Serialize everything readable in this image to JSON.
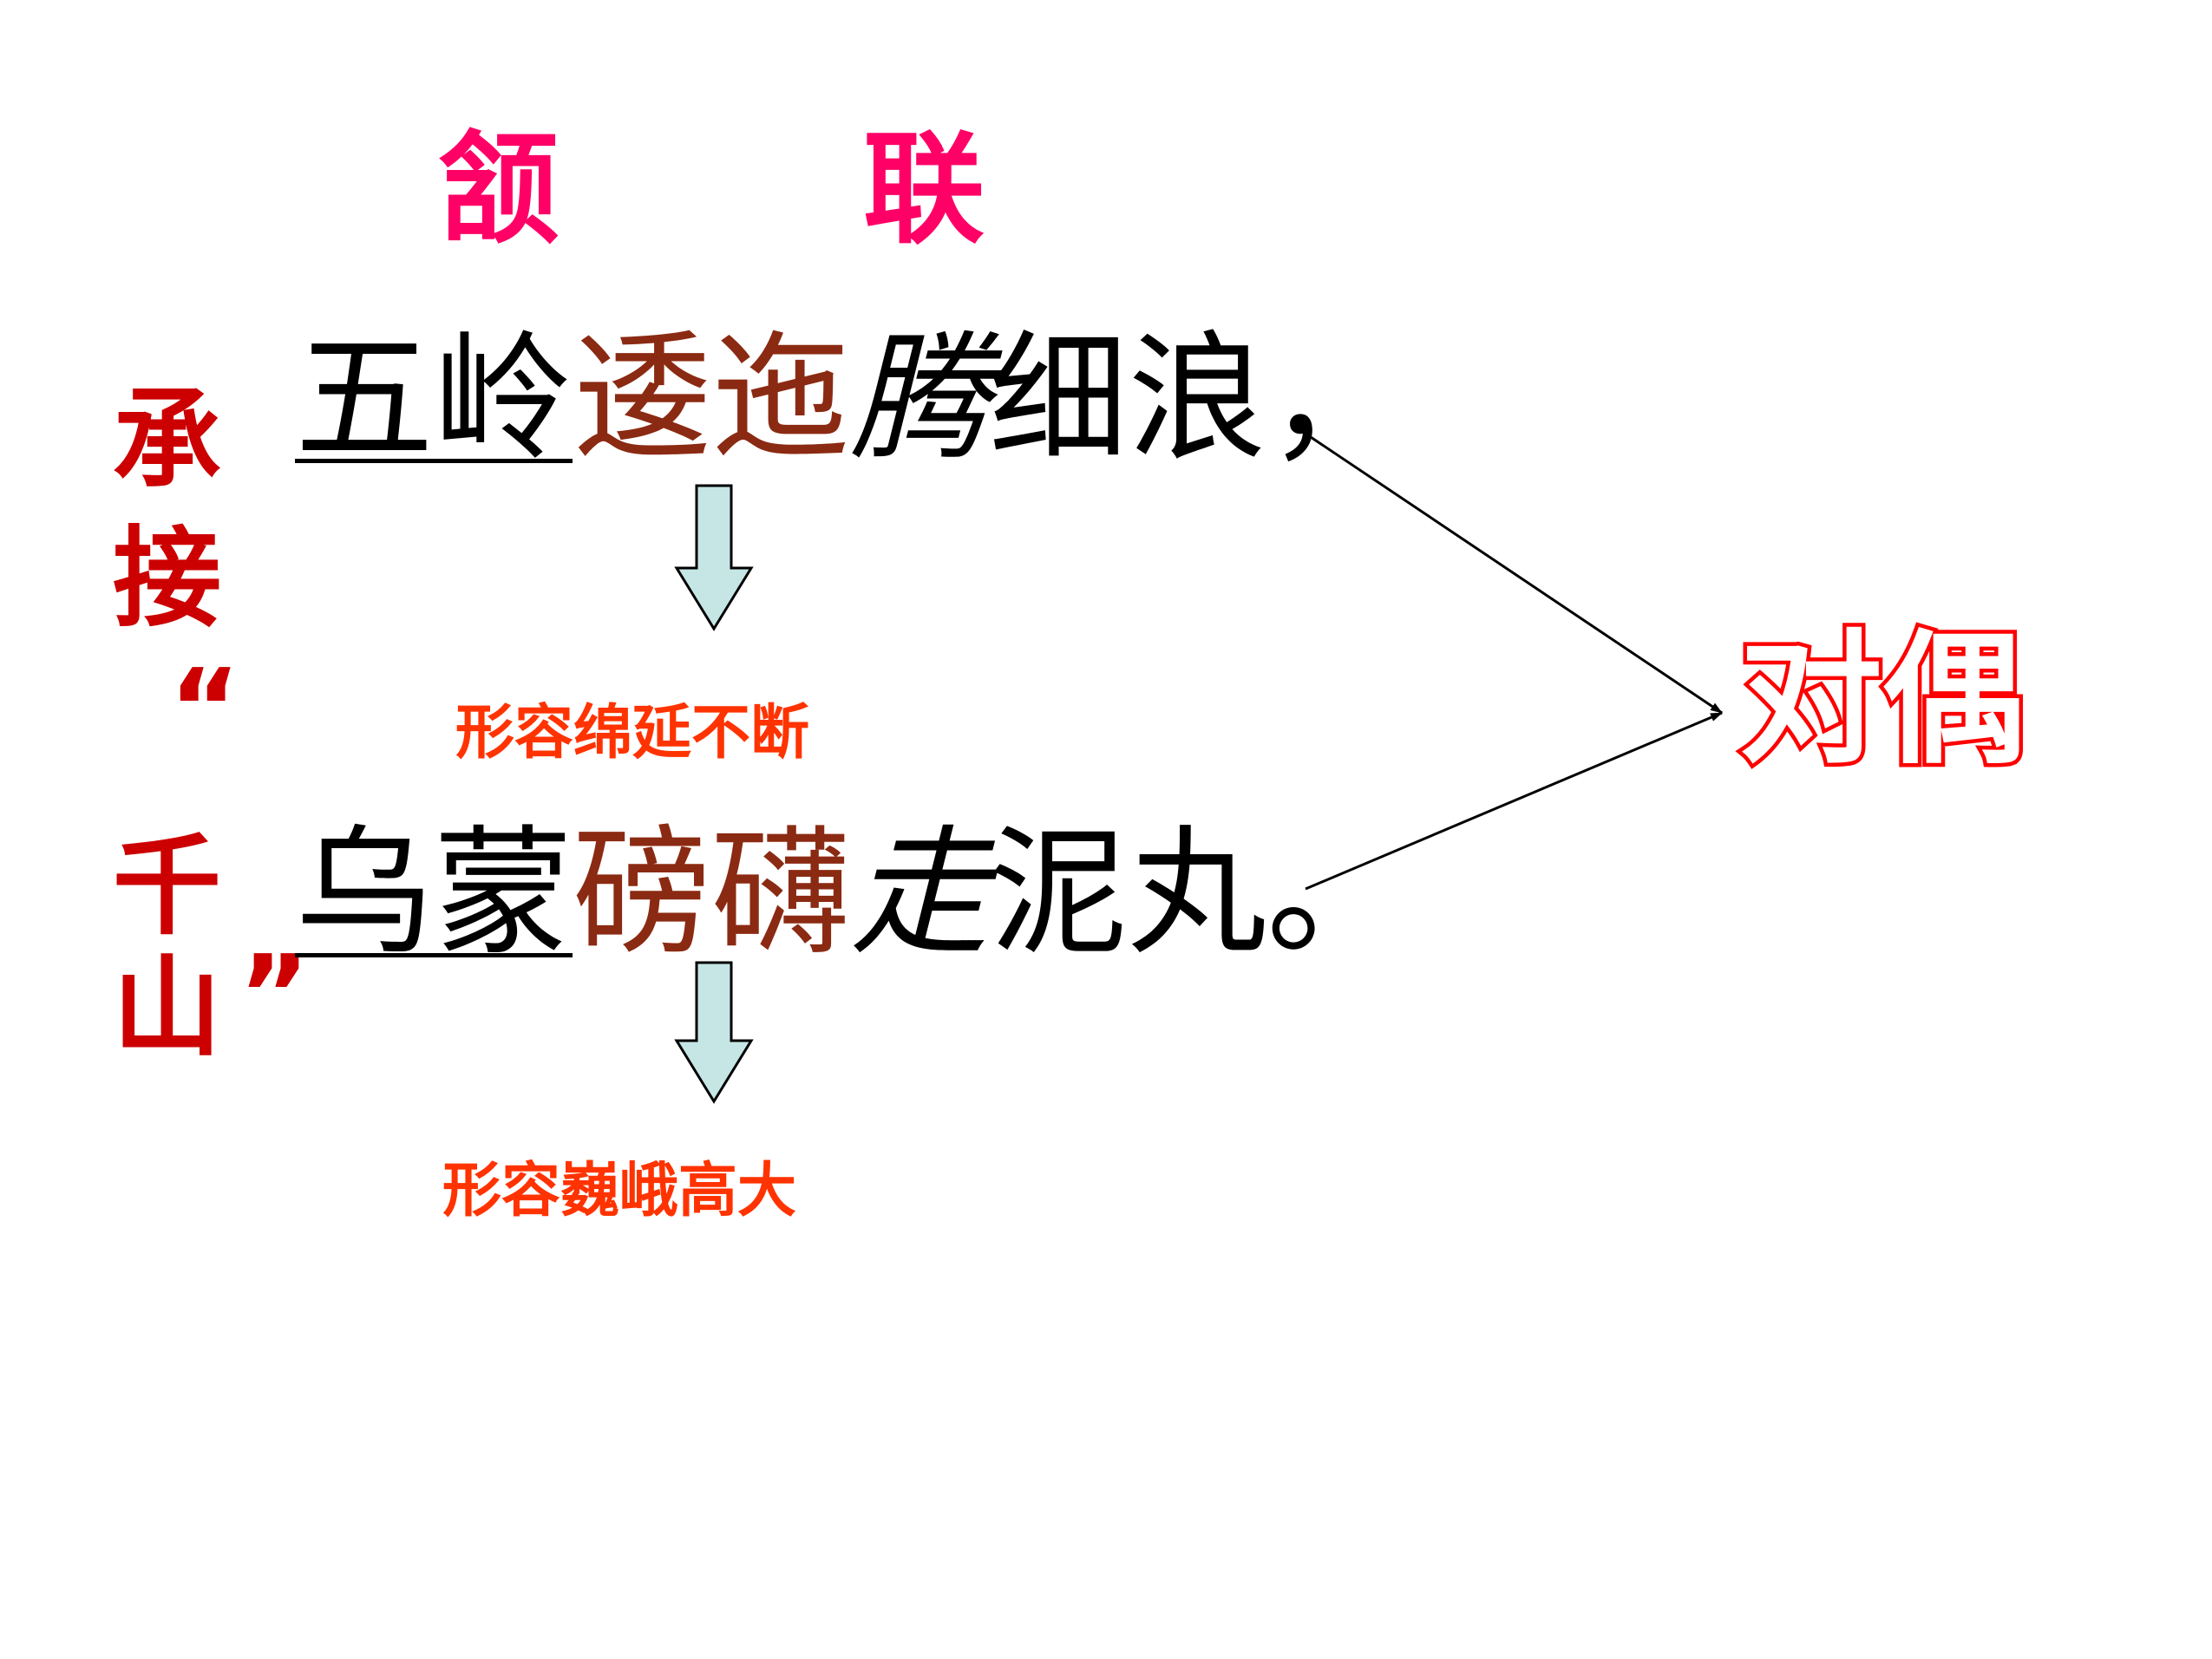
{
  "title": {
    "char1": "颔",
    "char2": "联",
    "color": "#ff0066"
  },
  "side_label": {
    "chars": [
      "承",
      "接",
      "“",
      "千",
      "山",
      "”"
    ],
    "color": "#cc0000"
  },
  "line1": {
    "seg_underlined": "五岭",
    "seg_colored": "逶迤",
    "seg_italic": "腾",
    "seg_rest": "细浪，"
  },
  "line2": {
    "seg_underlined": "乌蒙",
    "seg_colored": "磅礴",
    "seg_italic": "走",
    "seg_rest": "泥丸。"
  },
  "notes": {
    "note1": "形容绵延不断",
    "note2": "形容巍峨高大",
    "color": "#ff3300"
  },
  "conclusion": {
    "label": "对偶",
    "color": "#ff0000"
  },
  "colors": {
    "text": "#000000",
    "highlight": "#8b2a12",
    "arrow_fill": "#c6e6e6"
  }
}
